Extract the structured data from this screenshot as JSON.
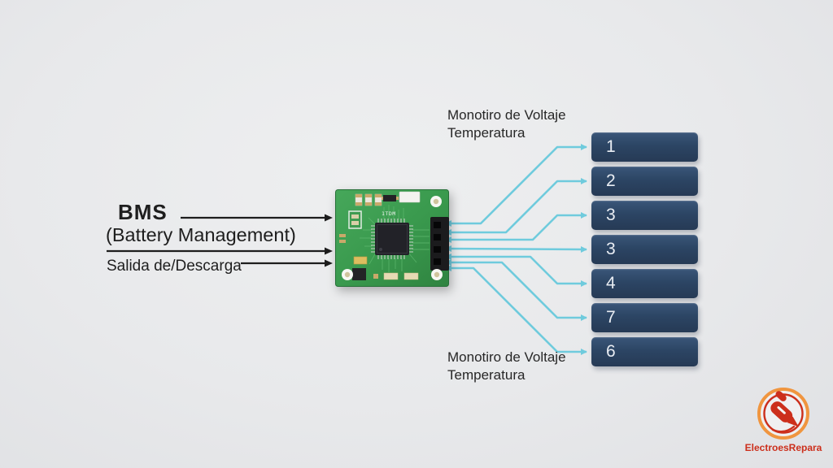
{
  "colors": {
    "background": "#e8e9eb",
    "connector_line": "#6fcbdd",
    "cell_fill": "#2d4563",
    "cell_text": "#e9edf3",
    "arrow_black": "#1d1d1d",
    "pcb_green": "#3d9c50",
    "logo_orange": "#f0953f",
    "logo_red": "#cc2f1c",
    "text_dark": "#1e1e1e"
  },
  "bms": {
    "title": "BMS",
    "subtitle": "(Battery Management)",
    "discharge_label": "Salida de/Descarga"
  },
  "monitor_top": {
    "line1": "Monotiro de Voltaje",
    "line2": "Temperatura"
  },
  "monitor_bottom": {
    "line1": "Monotiro de Voltaje",
    "line2": "Temperatura"
  },
  "board": {
    "silkscreen": "1TDM"
  },
  "cells": [
    {
      "label": "1"
    },
    {
      "label": "2"
    },
    {
      "label": "3"
    },
    {
      "label": "3"
    },
    {
      "label": "4"
    },
    {
      "label": "7"
    },
    {
      "label": "6"
    }
  ],
  "logo": {
    "text": "ElectroesRepara"
  }
}
